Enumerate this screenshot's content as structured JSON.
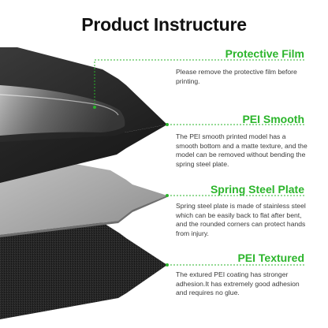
{
  "title": "Product Instructure",
  "accent_color": "#2bb52b",
  "layers": [
    {
      "name": "Protective Film",
      "description": "Please remove the protective film before printing."
    },
    {
      "name": "PEI Smooth",
      "description": "The PEI smooth printed model has a smooth bottom and a matte texture, and the model can be removed without bending the spring steel plate."
    },
    {
      "name": "Spring Steel Plate",
      "description": "Spring steel plate is made of stainless steel which can be easily back to flat after bent, and the rounded corners can protect hands from injury."
    },
    {
      "name": "PEI Textured",
      "description": "The extured PEI coating has stronger adhesion.It has extremely good adhesion and requires no glue."
    }
  ]
}
